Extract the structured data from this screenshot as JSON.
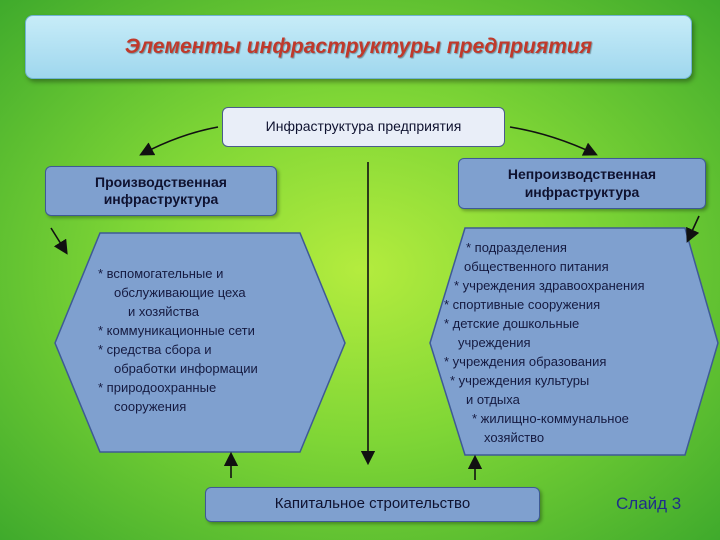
{
  "title": "Элементы инфраструктуры предприятия",
  "nodes": {
    "top": "Инфраструктура предприятия",
    "left": [
      "Производственная",
      "инфраструктура"
    ],
    "right": [
      "Непроизводственная",
      "инфраструктура"
    ],
    "bottom": "Капитальное строительство"
  },
  "left_list": [
    "* вспомогательные и",
    "обслуживающие цеха",
    "и хозяйства",
    "* коммуникационные сети",
    "* средства сбора и",
    "обработки информации",
    "* природоохранные",
    "сооружения"
  ],
  "right_list": [
    "* подразделения",
    "общественного питания",
    "* учреждения здравоохранения",
    "* спортивные сооружения",
    "* детские дошкольные",
    "учреждения",
    "* учреждения образования",
    "* учреждения культуры",
    "и отдыха",
    "* жилищно-коммунальное",
    "хозяйство"
  ],
  "slide_label": "Слайд 3",
  "colors": {
    "title_text": "#c0392b",
    "box_fill": "#7fa0cf",
    "box_border": "#3e5a95",
    "background": "#7fd636"
  }
}
